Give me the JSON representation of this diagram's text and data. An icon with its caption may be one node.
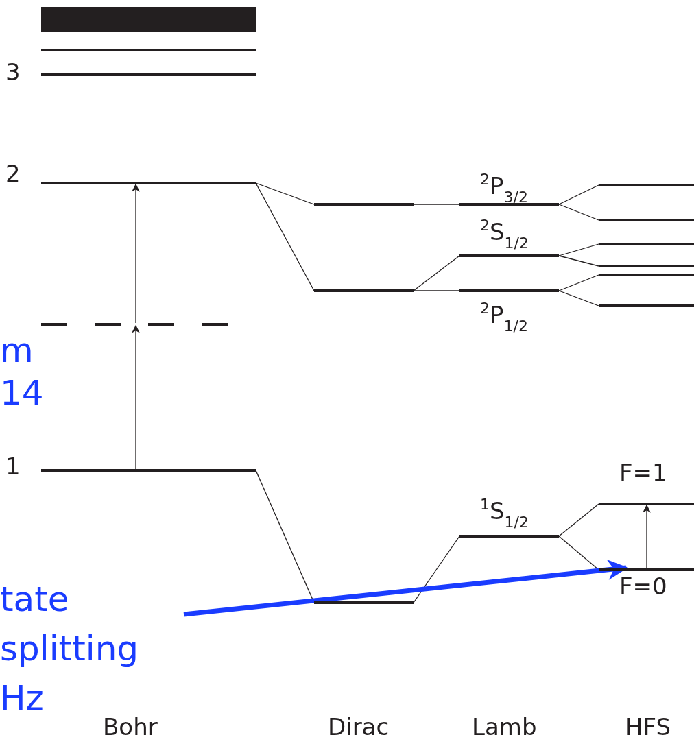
{
  "diagram": {
    "nodes": [
      {
        "text": [],
        "shape": "band"
      },
      {
        "text": [],
        "shape": "bar"
      },
      {
        "text": [],
        "shape": "bar",
        "beside": [
          "3"
        ]
      },
      {
        "text": [],
        "shape": "bar",
        "beside": [
          "2"
        ]
      },
      {
        "text": [],
        "shape": "dashes"
      },
      {
        "text": [],
        "shape": "bar",
        "beside": [
          "1"
        ]
      },
      {
        "text": [],
        "shape": "bar"
      },
      {
        "text": [],
        "shape": "bar"
      },
      {
        "text": [],
        "shape": "bar"
      },
      {
        "text": [],
        "shape": "bar",
        "beside": [
          "$^{2}$P$_{3/2}$"
        ]
      },
      {
        "text": [],
        "shape": "bar",
        "beside": [
          "$^{2}$S$_{1/2}$"
        ]
      },
      {
        "text": [],
        "shape": "bar",
        "beside": [
          "$^{2}$P$_{1/2}$"
        ]
      },
      {
        "text": [],
        "shape": "bar",
        "beside": [
          "$^{1}$S$_{1/2}$"
        ]
      },
      {
        "text": [],
        "shape": "bar"
      },
      {
        "text": [],
        "shape": "bar"
      },
      {
        "text": [],
        "shape": "bar"
      },
      {
        "text": [],
        "shape": "bar"
      },
      {
        "text": [],
        "shape": "bar"
      },
      {
        "text": [],
        "shape": "bar"
      },
      {
        "text": [],
        "shape": "bar",
        "beside": [
          "F=1"
        ]
      },
      {
        "text": [],
        "shape": "bar",
        "beside": [
          "F=0"
        ]
      },
      {
        "text": [
          "tate splitting Hz"
        ]
      }
    ],
    "edges": [
      {
        "from": 3,
        "to": 6,
        "arrow": "none"
      },
      {
        "from": 3,
        "to": 7,
        "arrow": "none"
      },
      {
        "from": 6,
        "to": 9,
        "arrow": "none"
      },
      {
        "from": 7,
        "to": 10,
        "arrow": "none"
      },
      {
        "from": 7,
        "to": 11,
        "arrow": "none"
      },
      {
        "from": 9,
        "to": 13,
        "arrow": "none"
      },
      {
        "from": 9,
        "to": 14,
        "arrow": "none"
      },
      {
        "from": 10,
        "to": 15,
        "arrow": "none"
      },
      {
        "from": 10,
        "to": 16,
        "arrow": "none"
      },
      {
        "from": 11,
        "to": 17,
        "arrow": "none"
      },
      {
        "from": 11,
        "to": 18,
        "arrow": "none"
      },
      {
        "from": 5,
        "to": 8,
        "arrow": "none"
      },
      {
        "from": 8,
        "to": 12,
        "arrow": "none"
      },
      {
        "from": 12,
        "to": 19,
        "arrow": "none"
      },
      {
        "from": 12,
        "to": 20,
        "arrow": "none"
      },
      {
        "from": 5,
        "to": 4,
        "arrow": "to"
      },
      {
        "from": 4,
        "to": 3,
        "arrow": "to"
      },
      {
        "from": 20,
        "to": 19,
        "arrow": "to"
      },
      {
        "from": 21,
        "to": 20,
        "arrow": "to",
        "style": "thick",
        "color": "#1a3cff"
      }
    ],
    "labels": [
      "m 14",
      "Bohr",
      "Dirac",
      "Lamb",
      "HFS"
    ]
  }
}
